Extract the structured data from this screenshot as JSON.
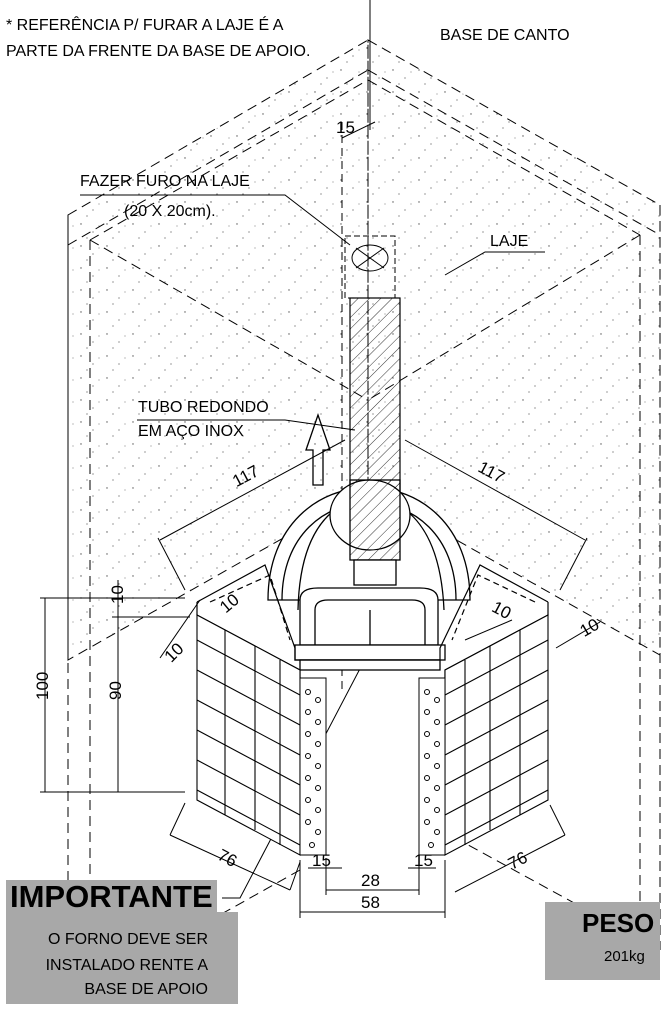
{
  "notes": {
    "ref_line1": "* REFERÊNCIA P/ FURAR A LAJE É A",
    "ref_line2": "PARTE DA FRENTE DA BASE DE APOIO.",
    "base_title": "BASE DE CANTO",
    "furo_line1": "FAZER FURO NA LAJE",
    "furo_line2": "(20 X 20cm).",
    "laje": "LAJE",
    "tubo_line1": "TUBO REDONDO",
    "tubo_line2": "EM AÇO INOX"
  },
  "dimensions": {
    "d15_top": "15",
    "d117_left": "117",
    "d117_right": "117",
    "d10_left_top": "10",
    "d10_left_diag": "10",
    "d10_left_small": "10",
    "d10_right_a": "10",
    "d10_right_b": "10",
    "d100": "100",
    "d90": "90",
    "d76_left": "76",
    "d76_right": "76",
    "d15_bottom_left": "15",
    "d15_bottom_right": "15",
    "d28": "28",
    "d58": "58"
  },
  "important": {
    "title": "IMPORTANTE",
    "line1": "O FORNO DEVE SER",
    "line2": "INSTALADO RENTE A",
    "line3": "BASE DE APOIO"
  },
  "peso": {
    "title": "PESO",
    "value": "201kg"
  },
  "colors": {
    "line": "#000000",
    "panel": "#a8a8a8"
  }
}
